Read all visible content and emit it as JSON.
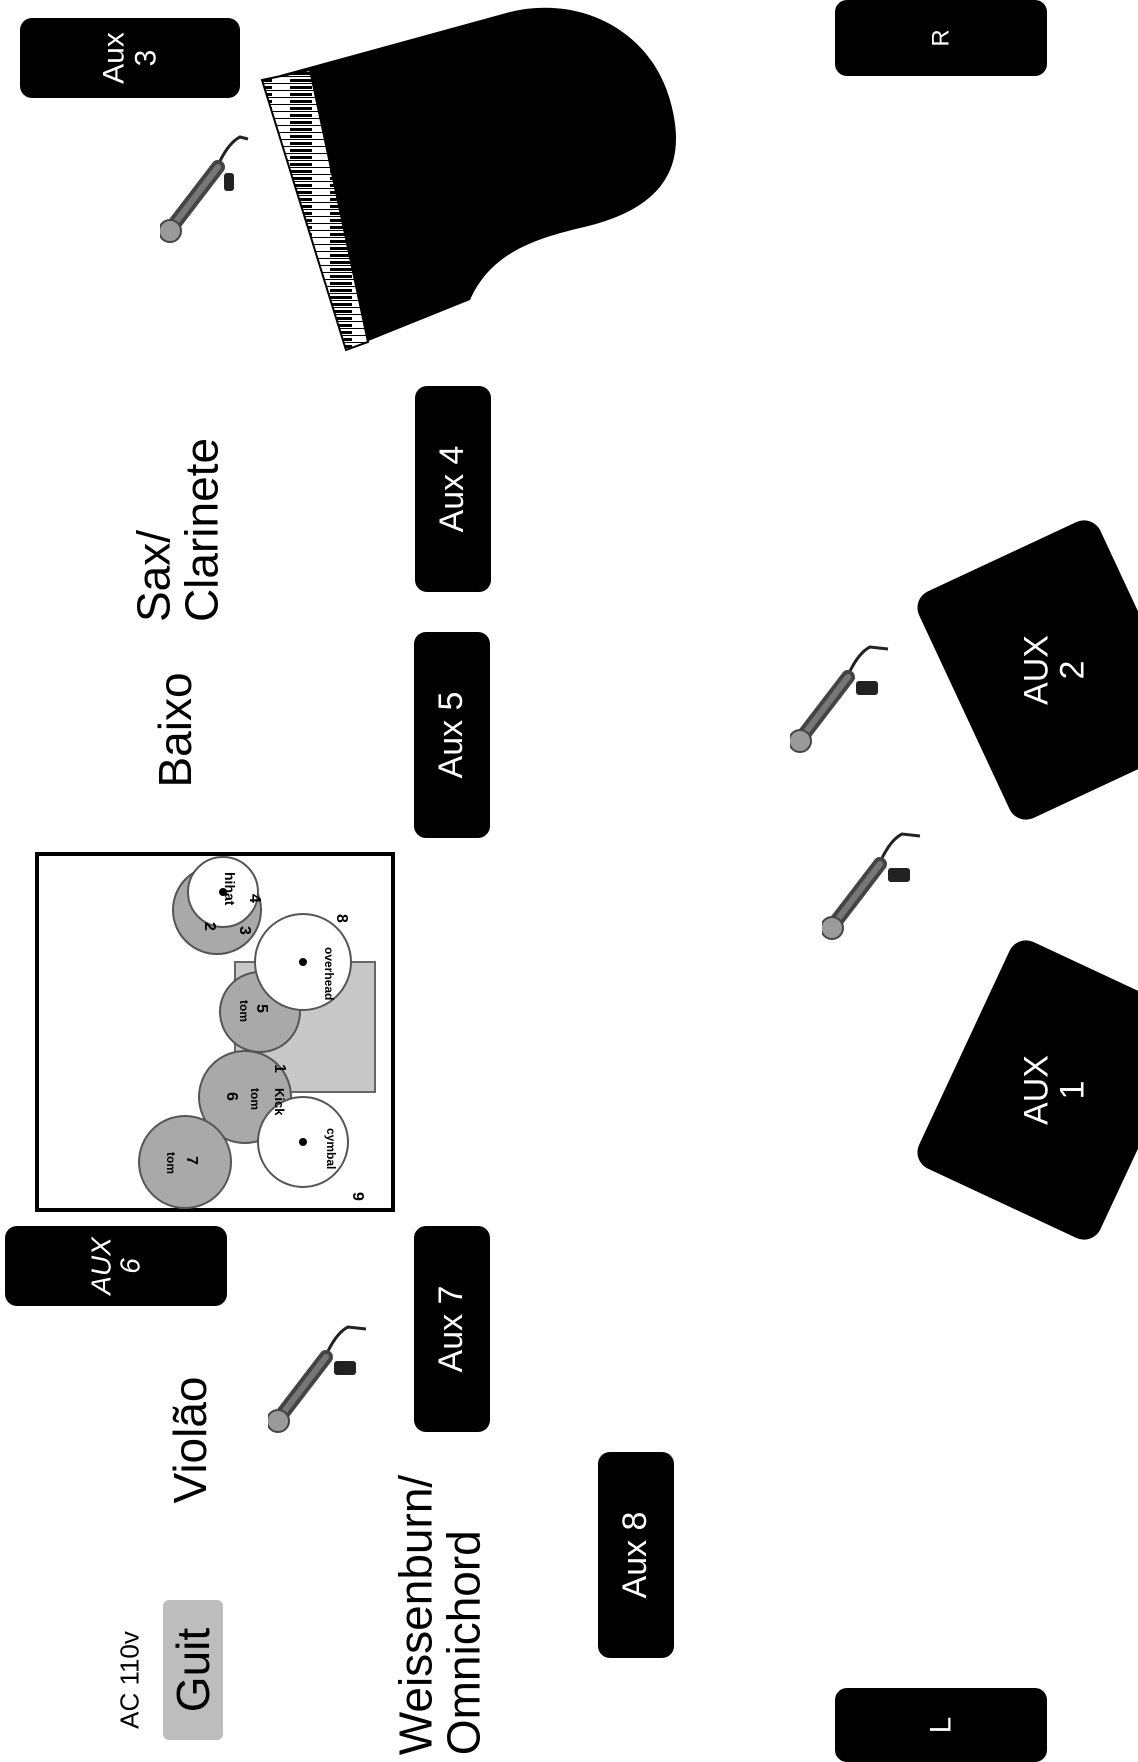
{
  "stage": {
    "monitors": {
      "aux3": {
        "line1": "Aux",
        "line2": "3"
      },
      "aux4": "Aux 4",
      "aux5": "Aux 5",
      "aux6": {
        "line1": "AUX",
        "line2": "6"
      },
      "aux7": "Aux 7",
      "aux8": "Aux 8",
      "aux1": {
        "line1": "AUX",
        "line2": "1"
      },
      "aux2": {
        "line1": "AUX",
        "line2": "2"
      },
      "left": "L",
      "right": "R"
    },
    "positions": {
      "sax": {
        "line1": "Sax/",
        "line2": "Clarinete"
      },
      "baixo": "Baixo",
      "violao": "Violão",
      "weissenburn": {
        "line1": "Weissenburn/",
        "line2": "Omnichord"
      },
      "ac": "AC 110v",
      "guit": "Guit"
    },
    "drums": {
      "tom7": {
        "name": "tom",
        "num": "7"
      },
      "tom6": {
        "name": "tom",
        "num": "6"
      },
      "tom5": {
        "name": "tom",
        "num": "5"
      },
      "tom2": {
        "num": "2"
      },
      "kick": {
        "name": "Kick",
        "num": "1"
      },
      "hihat": {
        "name": "hihat",
        "num": "4"
      },
      "overhead": {
        "name": "overhead",
        "num": "8"
      },
      "cymbal": {
        "name": "cymbal",
        "num": "9"
      },
      "snare_num": "3"
    }
  }
}
